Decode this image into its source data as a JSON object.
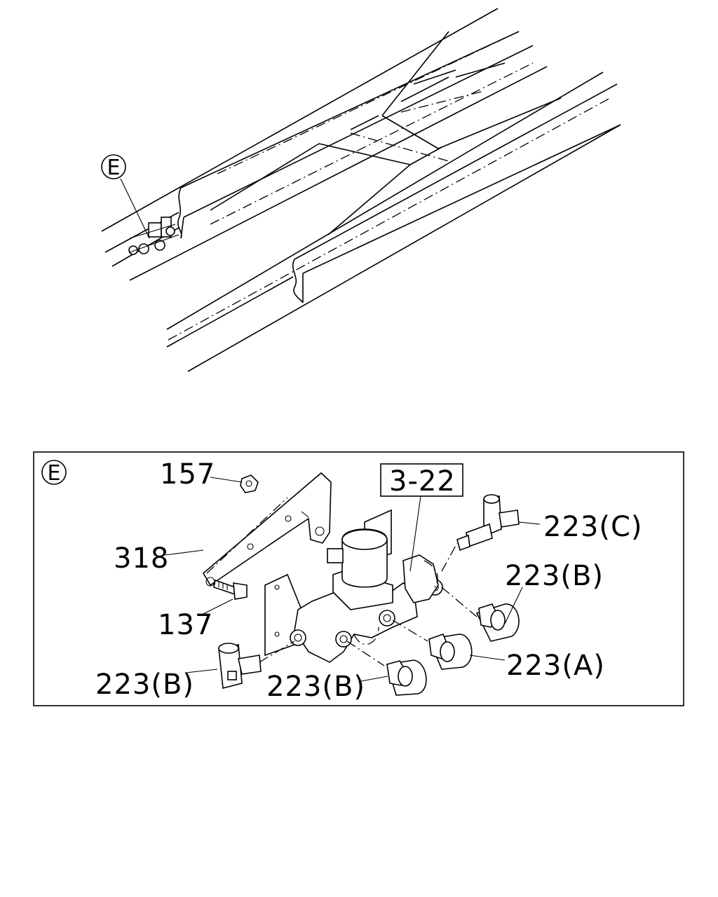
{
  "callout_top": "E",
  "detail": {
    "callout": "E",
    "labels": {
      "p157": "157",
      "p318": "318",
      "p137": "137",
      "p3_22": "3-22",
      "p223c": "223(C)",
      "p223b_right": "223(B)",
      "p223a": "223(A)",
      "p223b_mid": "223(B)",
      "p223b_left": "223(B)"
    }
  }
}
